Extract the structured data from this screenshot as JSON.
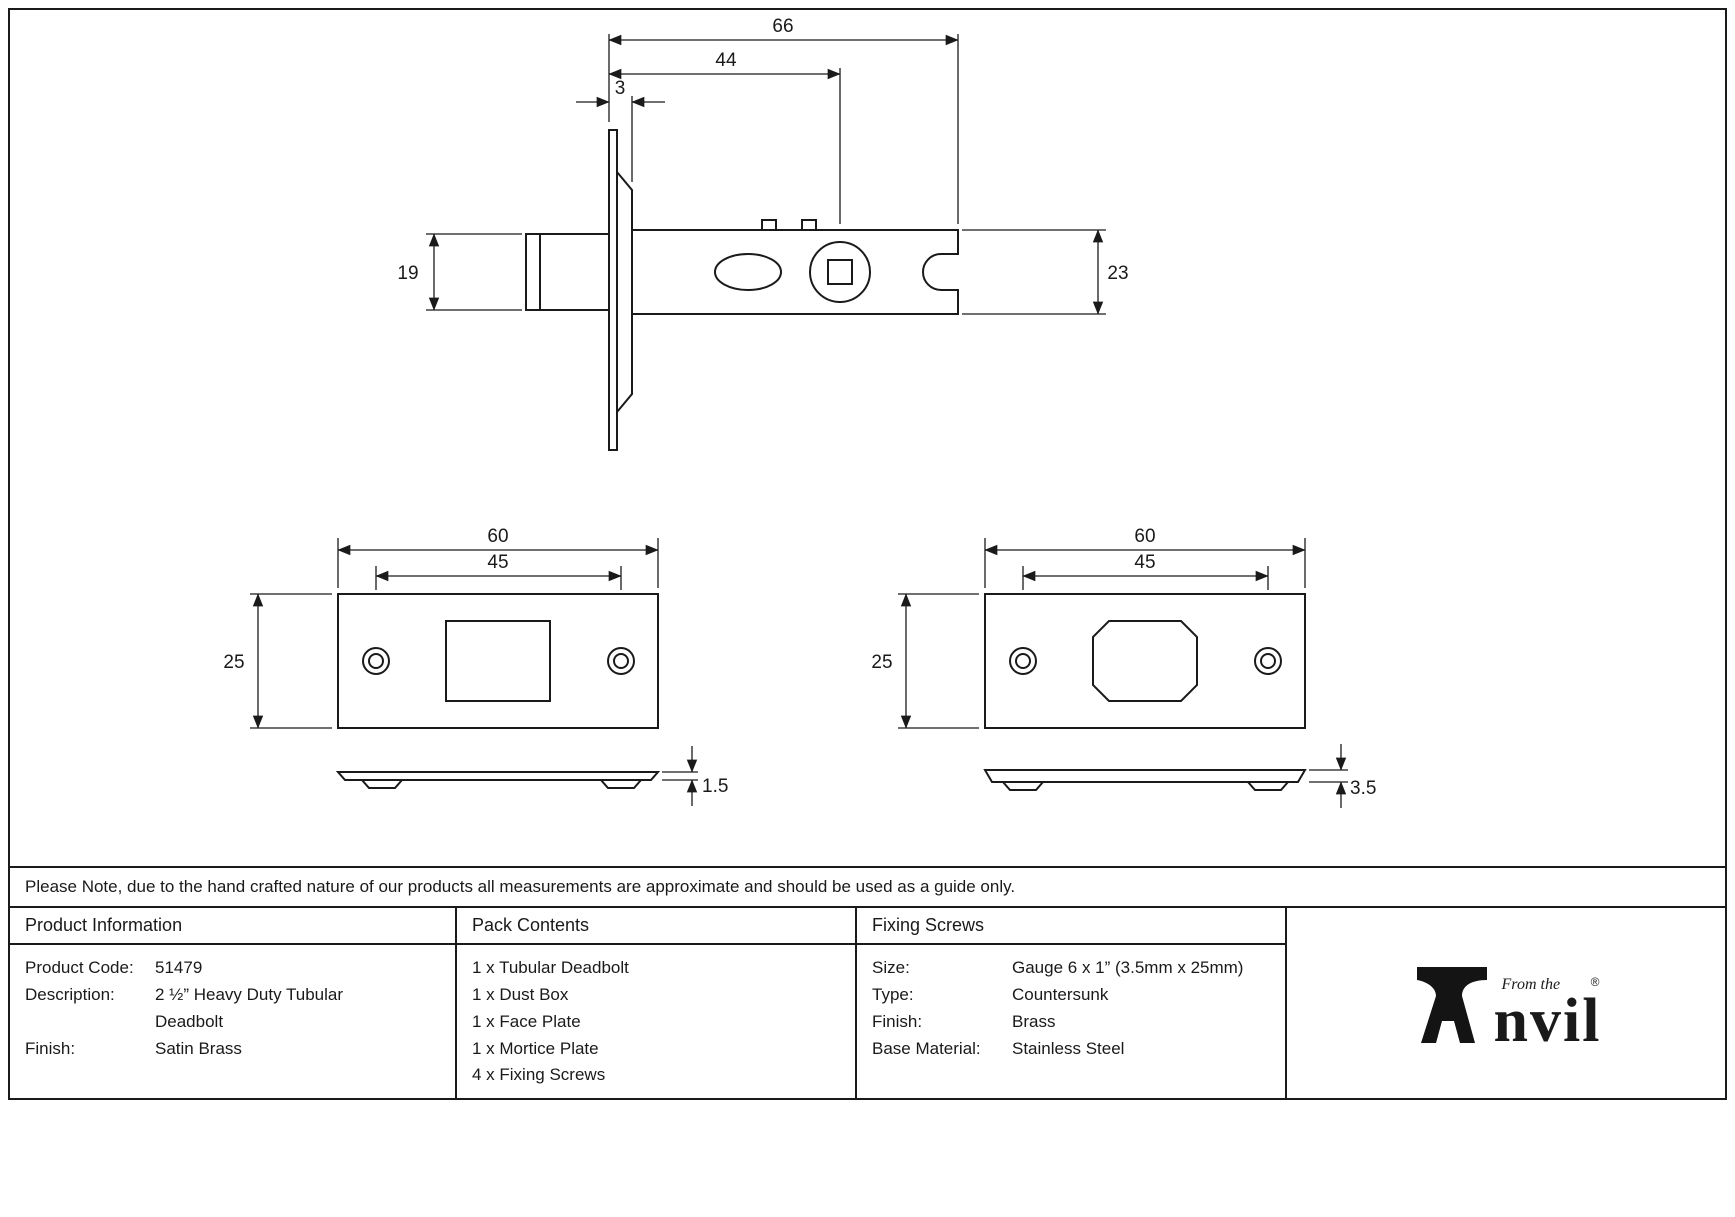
{
  "drawing": {
    "main_view": {
      "dim_length": "66",
      "dim_to_spindle": "44",
      "dim_plate_thickness": "3",
      "dim_bolt_height": "19",
      "dim_body_height": "23"
    },
    "face_plate_view": {
      "dim_width": "60",
      "dim_screw_centres": "45",
      "dim_height": "25",
      "dim_thickness": "1.5"
    },
    "mortice_plate_view": {
      "dim_width": "60",
      "dim_screw_centres": "45",
      "dim_height": "25",
      "dim_thickness": "3.5"
    }
  },
  "note": "Please Note, due to the hand crafted nature of our products all measurements are approximate and should be used as a guide only.",
  "product_information": {
    "header": "Product Information",
    "rows": [
      {
        "label": "Product Code:",
        "value": "51479"
      },
      {
        "label": "Description:",
        "value": "2 ½” Heavy Duty Tubular Deadbolt"
      },
      {
        "label": "Finish:",
        "value": "Satin Brass"
      }
    ]
  },
  "pack_contents": {
    "header": "Pack Contents",
    "items": [
      "1 x Tubular Deadbolt",
      "1 x Dust Box",
      "1 x Face Plate",
      "1 x Mortice Plate",
      "4 x Fixing Screws"
    ]
  },
  "fixing_screws": {
    "header": "Fixing Screws",
    "rows": [
      {
        "label": "Size:",
        "value": "Gauge 6 x 1” (3.5mm x 25mm)"
      },
      {
        "label": "Type:",
        "value": "Countersunk"
      },
      {
        "label": "Finish:",
        "value": "Brass"
      },
      {
        "label": "Base Material:",
        "value": "Stainless Steel"
      }
    ]
  },
  "logo": {
    "brand": "Anvil",
    "brand_rest": "nvil",
    "tagline": "From the",
    "registered": "®"
  },
  "colors": {
    "line": "#1a1a1a",
    "background": "#ffffff"
  }
}
